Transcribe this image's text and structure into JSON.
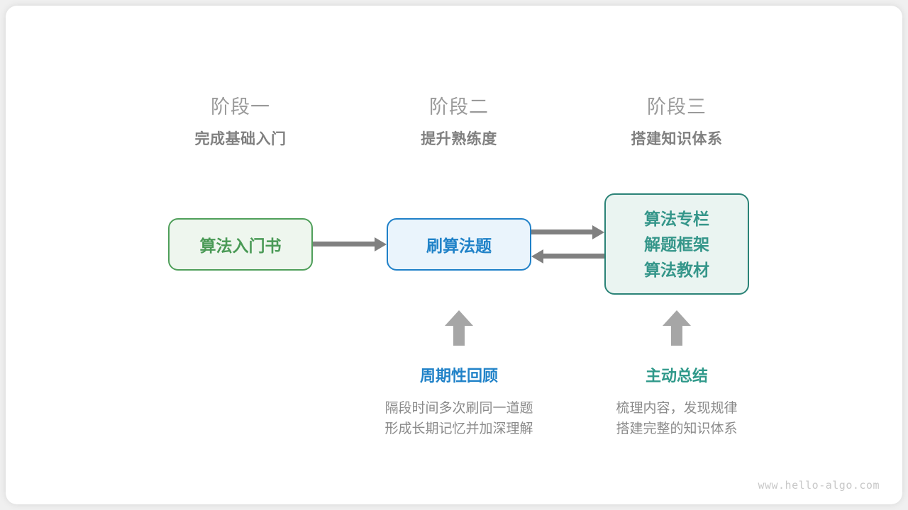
{
  "phases": [
    {
      "title": "阶段一",
      "subtitle": "完成基础入门"
    },
    {
      "title": "阶段二",
      "subtitle": "提升熟练度"
    },
    {
      "title": "阶段三",
      "subtitle": "搭建知识体系"
    }
  ],
  "nodes": {
    "book": {
      "label": "算法入门书"
    },
    "practice": {
      "label": "刷算法题"
    },
    "resources": {
      "line1": "算法专栏",
      "line2": "解题框架",
      "line3": "算法教材"
    }
  },
  "notes": [
    {
      "title": "周期性回顾",
      "desc_line1": "隔段时间多次刷同一道题",
      "desc_line2": "形成长期记忆并加深理解"
    },
    {
      "title": "主动总结",
      "desc_line1": "梳理内容，发现规律",
      "desc_line2": "搭建完整的知识体系"
    }
  ],
  "watermark": "www.hello-algo.com",
  "colors": {
    "green": "#4a9a56",
    "blue": "#2082c8",
    "teal": "#35968a",
    "gray_text": "#8a8a8a",
    "arrow_gray": "#808080",
    "uparrow_gray": "#a6a6a6",
    "phase_title": "#9a9a9a",
    "phase_sub": "#808080",
    "watermark": "#c8c8c8"
  }
}
